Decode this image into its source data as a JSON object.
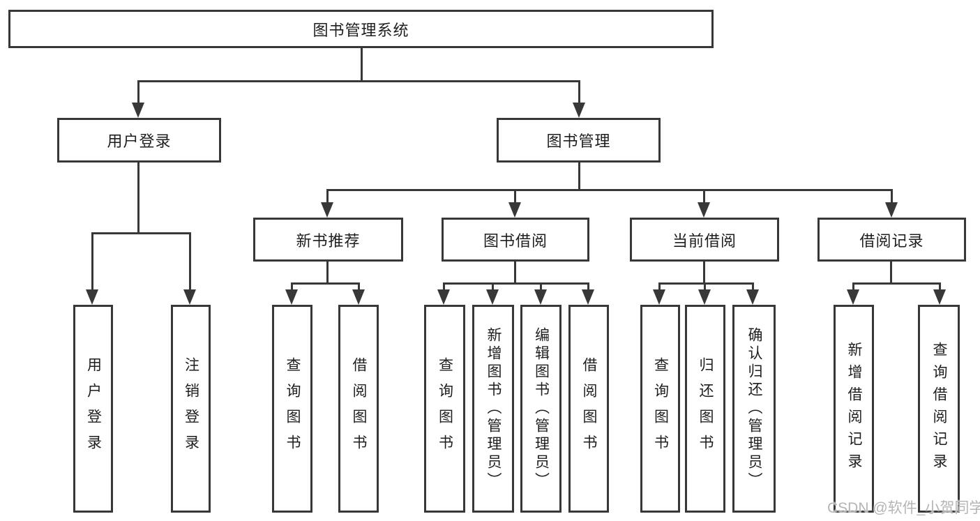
{
  "tree": {
    "root": "图书管理系统",
    "level2": [
      {
        "label": "用户登录",
        "leaves": [
          "用户登录",
          "注销登录"
        ]
      },
      {
        "label": "图书管理",
        "groups": [
          {
            "label": "新书推荐",
            "leaves": [
              "查询图书",
              "借阅图书"
            ]
          },
          {
            "label": "图书借阅",
            "leaves": [
              "查询图书",
              "新增图书（管理员）",
              "编辑图书（管理员）",
              "借阅图书"
            ]
          },
          {
            "label": "当前借阅",
            "leaves": [
              "查询图书",
              "归还图书",
              "确认归还（管理员）"
            ]
          },
          {
            "label": "借阅记录",
            "leaves": [
              "新增借阅记录",
              "查询借阅记录"
            ]
          }
        ]
      }
    ]
  },
  "watermark": {
    "text": "CSDN @软件_小贺同学"
  },
  "colors": {
    "line": "#383838",
    "text": "#1e1e1e",
    "watermark": "#b5b5b5",
    "background": "#ffffff"
  }
}
